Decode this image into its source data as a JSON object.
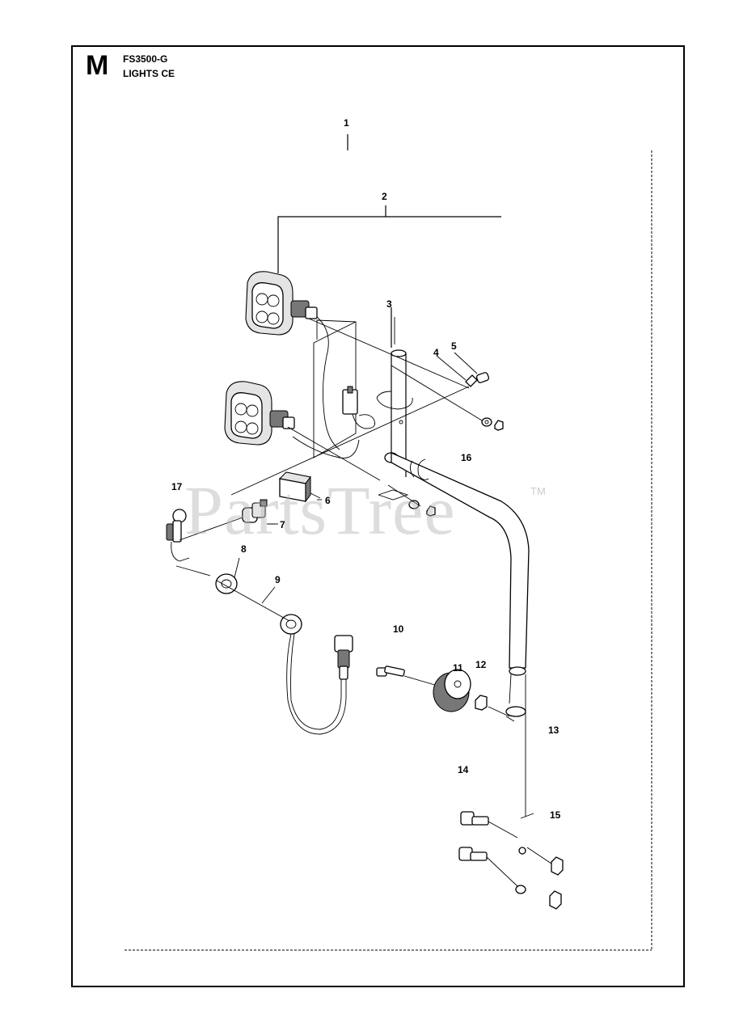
{
  "header": {
    "section_letter": "M",
    "model": "FS3500-G",
    "title": "LIGHTS CE"
  },
  "watermark": {
    "text": "PartsTree",
    "tm": "TM"
  },
  "callouts": [
    "1",
    "2",
    "3",
    "4",
    "5",
    "6",
    "7",
    "8",
    "9",
    "10",
    "11",
    "12",
    "13",
    "14",
    "15",
    "16",
    "17"
  ]
}
